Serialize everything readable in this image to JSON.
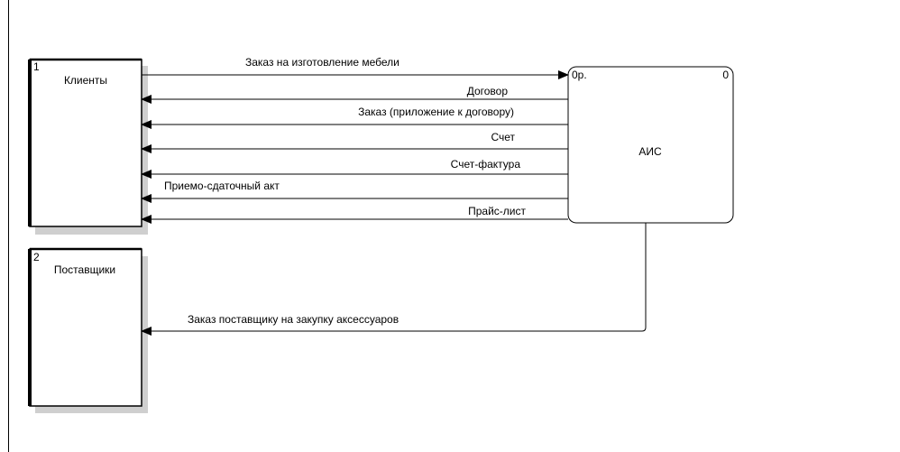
{
  "entities": [
    {
      "number": "1",
      "name": "Клиенты"
    },
    {
      "number": "2",
      "name": "Поставщики"
    }
  ],
  "process": {
    "id": "0р.",
    "number": "0",
    "name": "АИС"
  },
  "flows": [
    {
      "label": "Заказ на изготовление мебели",
      "direction": "to-process"
    },
    {
      "label": "Договор",
      "direction": "to-entity"
    },
    {
      "label": "Заказ (приложение к договору)",
      "direction": "to-entity"
    },
    {
      "label": "Счет",
      "direction": "to-entity"
    },
    {
      "label": "Счет-фактура",
      "direction": "to-entity"
    },
    {
      "label": "Приемо-сдаточный акт",
      "direction": "to-entity"
    },
    {
      "label": "Прайс-лист",
      "direction": "to-entity"
    },
    {
      "label": "Заказ поставщику на закупку аксессуаров",
      "direction": "to-entity"
    }
  ]
}
